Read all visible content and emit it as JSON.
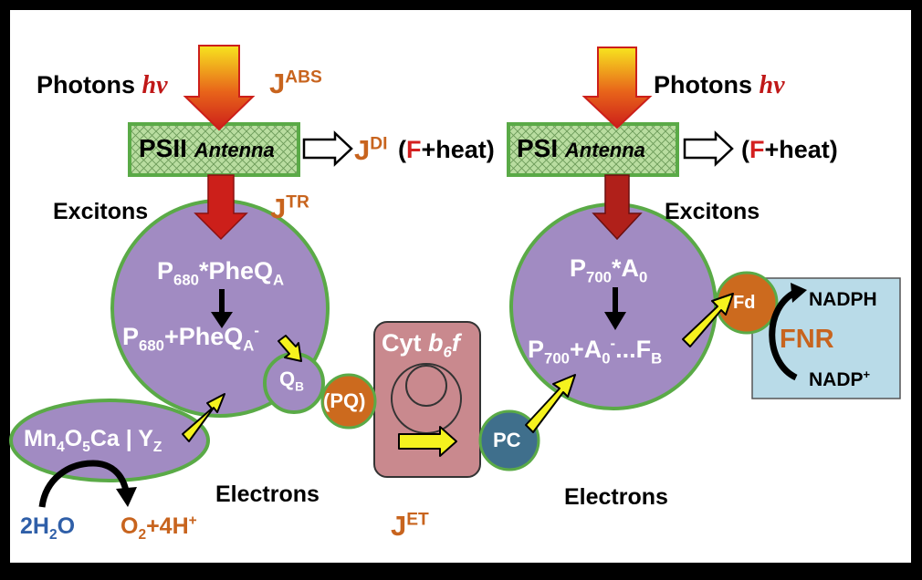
{
  "colors": {
    "frame": "#000000",
    "panel": "#ffffff",
    "complex_fill": "#a18bc2",
    "complex_stroke": "#5aaa47",
    "antenna_fill": "#b9dda0",
    "cyt_fill": "#c9898e",
    "pq_fill": "#cc6a1e",
    "pc_fill": "#3f6f8c",
    "fnr_box": "#b9dbe8",
    "photon_red": "#cc1f1a",
    "photon_yellow": "#f5e11e",
    "arrow_yellow": "#f5f21e",
    "label_orange": "#c8641e",
    "water_blue": "#2f5fa8"
  },
  "photons_left": {
    "word": "Photons",
    "hv": "hv"
  },
  "photons_right": {
    "word": "Photons",
    "hv": "hv"
  },
  "j_abs": {
    "base": "J",
    "sup": "ABS"
  },
  "j_tr": {
    "base": "J",
    "sup": "TR"
  },
  "j_di": {
    "base": "J",
    "sup": "DI"
  },
  "j_et": {
    "base": "J",
    "sup": "ET"
  },
  "psii_antenna": {
    "name": "PSII",
    "sub": "Antenna"
  },
  "psi_antenna": {
    "name": "PSI",
    "sub": "Antenna"
  },
  "dissipation_left": {
    "open": "(",
    "f": "F",
    "rest": "+heat)"
  },
  "dissipation_right": {
    "open": "(",
    "f": "F",
    "rest": "+heat)"
  },
  "excitons_left": "Excitons",
  "excitons_right": "Excitons",
  "electrons_left": "Electrons",
  "electrons_right": "Electrons",
  "psii": {
    "line1": {
      "p": "P",
      "psub": "680",
      "rest": "*PheQ",
      "qsub": "A"
    },
    "line2": {
      "p": "P",
      "psub": "680",
      "rest": "+PheQ",
      "qsub": "A",
      "qsup": "-"
    },
    "qb": {
      "q": "Q",
      "sub": "B"
    }
  },
  "oec": {
    "mn": "Mn",
    "s1": "4",
    "o": "O",
    "s2": "5",
    "ca": "Ca | Y",
    "s3": "Z"
  },
  "water": {
    "h": "2H",
    "sub": "2",
    "o": "O"
  },
  "products": {
    "o": "O",
    "sub": "2",
    "rest": "+4H",
    "sup": "+"
  },
  "pq": "(PQ)",
  "cyt": {
    "name": "Cyt ",
    "b": "b",
    "sub": "6",
    "f": "f"
  },
  "pc": "PC",
  "psi": {
    "line1": {
      "p": "P",
      "psub": "700",
      "rest": "*A",
      "asub": "0"
    },
    "line2": {
      "p": "P",
      "psub": "700",
      "rest": "+A",
      "asub": "0",
      "asup": "-",
      "dots": "...F",
      "fsub": "B"
    }
  },
  "fd": "Fd",
  "fnr": {
    "label": "FNR",
    "top": "NADPH",
    "bottom": "NADP",
    "bottom_sup": "+"
  }
}
